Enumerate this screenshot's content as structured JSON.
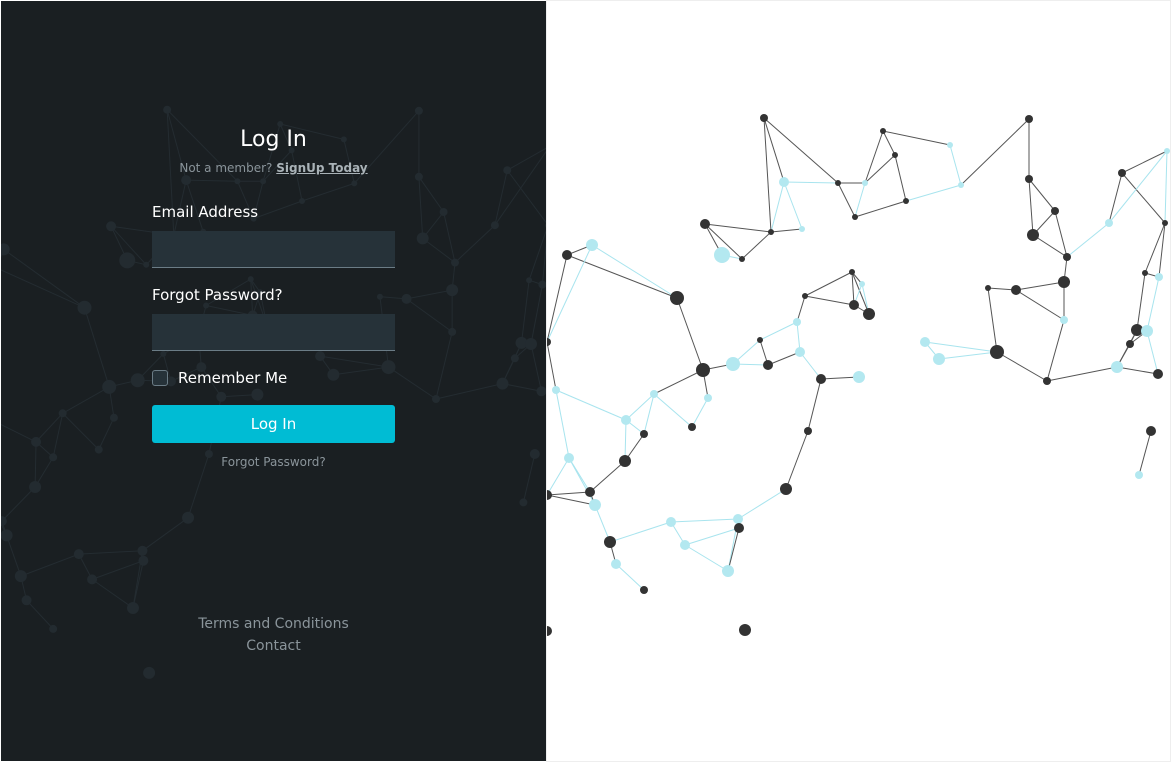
{
  "login": {
    "title": "Log In",
    "not_member": "Not a member?",
    "signup_link": "SignUp Today",
    "email_label": "Email Address",
    "email_value": "",
    "password_label": "Forgot Password?",
    "password_value": "",
    "remember_label": "Remember Me",
    "login_button": "Log In",
    "forgot_link": "Forgot Password?"
  },
  "footer": {
    "terms": "Terms and Conditions",
    "contact": "Contact"
  },
  "colors": {
    "accent": "#00bcd4",
    "panel": "#1a1f22",
    "node_dark": "#333333",
    "node_light": "#b3e8f0"
  }
}
